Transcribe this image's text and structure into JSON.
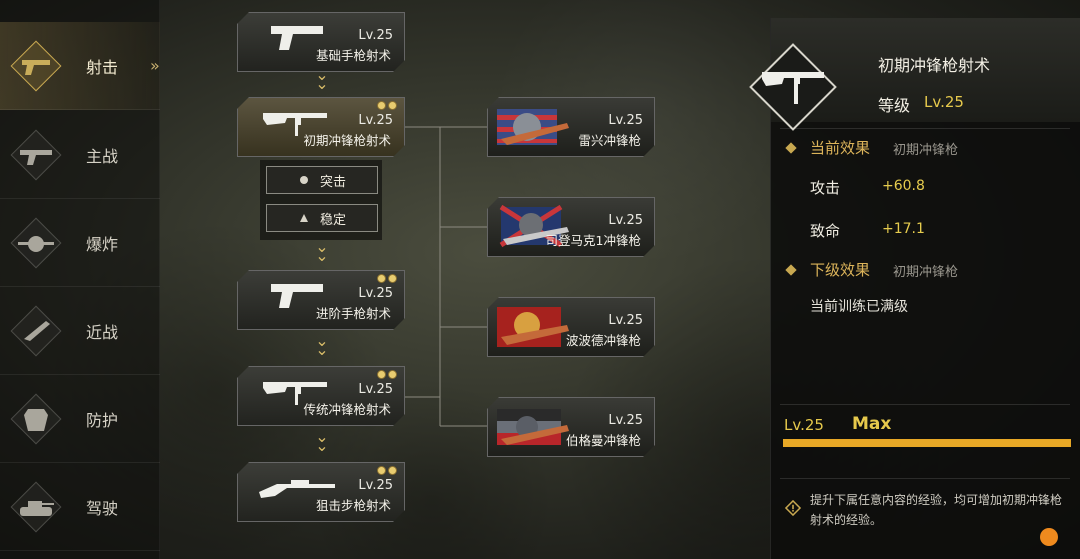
{
  "sidebar": {
    "items": [
      {
        "label": "射击",
        "icon": "pistol-icon",
        "active": true
      },
      {
        "label": "主战",
        "icon": "rifle-icon",
        "active": false
      },
      {
        "label": "爆炸",
        "icon": "explosive-icon",
        "active": false
      },
      {
        "label": "近战",
        "icon": "knife-icon",
        "active": false
      },
      {
        "label": "防护",
        "icon": "armor-icon",
        "active": false
      },
      {
        "label": "驾驶",
        "icon": "tank-icon",
        "active": false
      }
    ],
    "arrow": "»"
  },
  "skill_tree": [
    {
      "name": "基础手枪射术",
      "level": "Lv.25",
      "icon": "pistol-icon"
    },
    {
      "name": "初期冲锋枪射术",
      "level": "Lv.25",
      "icon": "smg-icon"
    },
    {
      "name": "进阶手枪射术",
      "level": "Lv.25",
      "icon": "pistol-icon"
    },
    {
      "name": "传统冲锋枪射术",
      "level": "Lv.25",
      "icon": "smg-icon"
    },
    {
      "name": "狙击步枪射术",
      "level": "Lv.25",
      "icon": "sniper-rifle-icon"
    }
  ],
  "branches": [
    {
      "label": "突击",
      "icon": "assault-icon"
    },
    {
      "label": "稳定",
      "icon": "stability-icon"
    }
  ],
  "weapons": [
    {
      "name": "雷兴冲锋枪",
      "level": "Lv.25",
      "icon": "reising-smg-icon"
    },
    {
      "name": "司登马克1冲锋枪",
      "level": "Lv.25",
      "icon": "sten-smg-icon"
    },
    {
      "name": "波波德冲锋枪",
      "level": "Lv.25",
      "icon": "pps-smg-icon"
    },
    {
      "name": "伯格曼冲锋枪",
      "level": "Lv.25",
      "icon": "bergmann-smg-icon"
    }
  ],
  "detail": {
    "title": "初期冲锋枪射术",
    "level_label": "等级",
    "level_value": "Lv.25",
    "current_effect": {
      "heading": "当前效果",
      "sub": "初期冲锋枪",
      "stats": [
        {
          "label": "攻击",
          "value": "+60.8"
        },
        {
          "label": "致命",
          "value": "+17.1"
        }
      ]
    },
    "next_effect": {
      "heading": "下级效果",
      "sub": "初期冲锋枪",
      "note": "当前训练已满级"
    },
    "progress": {
      "level": "Lv.25",
      "status": "Max",
      "fraction": 1.0
    },
    "hint": "提升下属任意内容的经验，均可增加初期冲锋枪射术的经验。"
  },
  "colors": {
    "accent": "#e6c94c",
    "progress": "#e8a826",
    "orange": "#ef8a1e"
  }
}
